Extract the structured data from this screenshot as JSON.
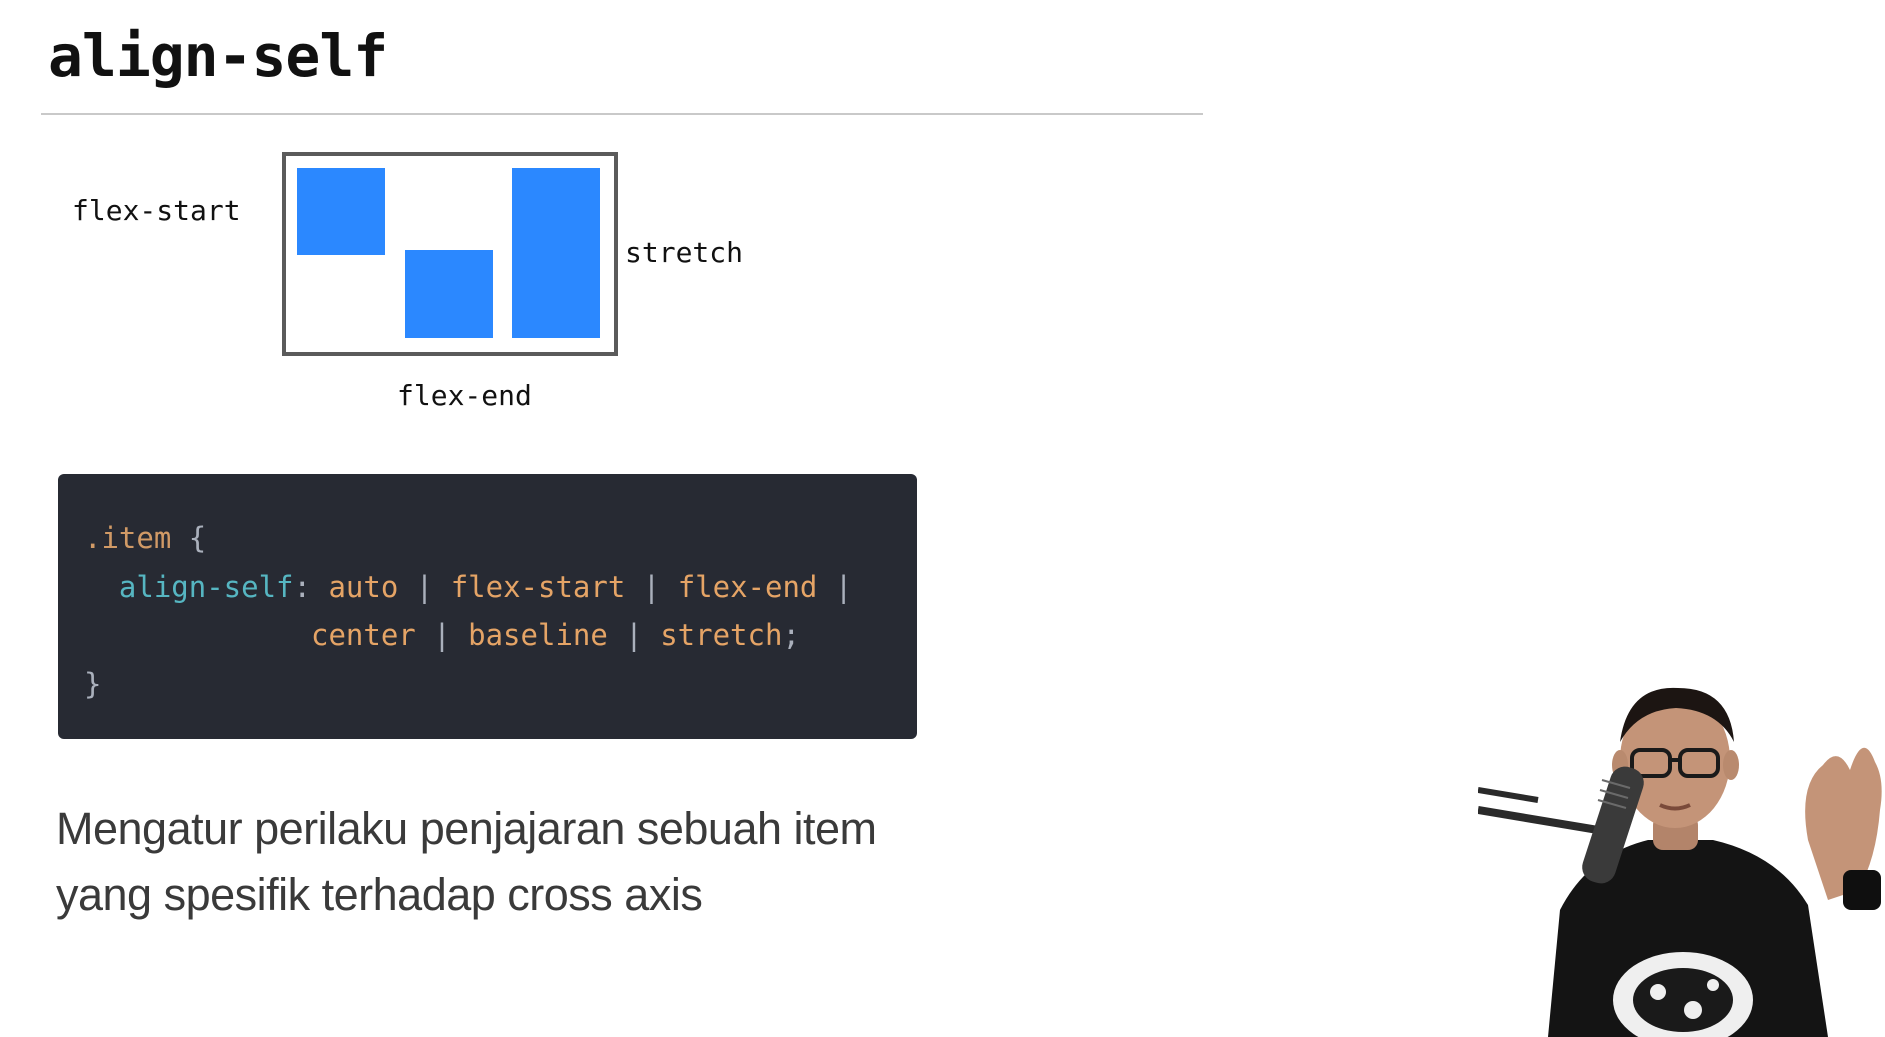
{
  "slide": {
    "title": "align-self",
    "diagram": {
      "label_flex_start": "flex-start",
      "label_stretch": "stretch",
      "label_flex_end": "flex-end",
      "item_color": "#2b88ff"
    },
    "code": {
      "line1": {
        "selector": ".item",
        "brace_open": " {"
      },
      "line2": {
        "indent": "  ",
        "property": "align-self",
        "colon": ": ",
        "v1": "auto",
        "sep1": " | ",
        "v2": "flex-start",
        "sep2": " | ",
        "v3": "flex-end",
        "sep3": " |"
      },
      "line3": {
        "indent": "             ",
        "v4": "center",
        "sep4": " | ",
        "v5": "baseline",
        "sep5": " | ",
        "v6": "stretch",
        "semicolon": ";"
      },
      "line4": {
        "brace_close": "}"
      }
    },
    "description_line1": "Mengatur perilaku penjajaran sebuah item",
    "description_line2": "yang spesifik terhadap cross axis"
  },
  "presenter": {
    "icon": "presenter-video"
  }
}
